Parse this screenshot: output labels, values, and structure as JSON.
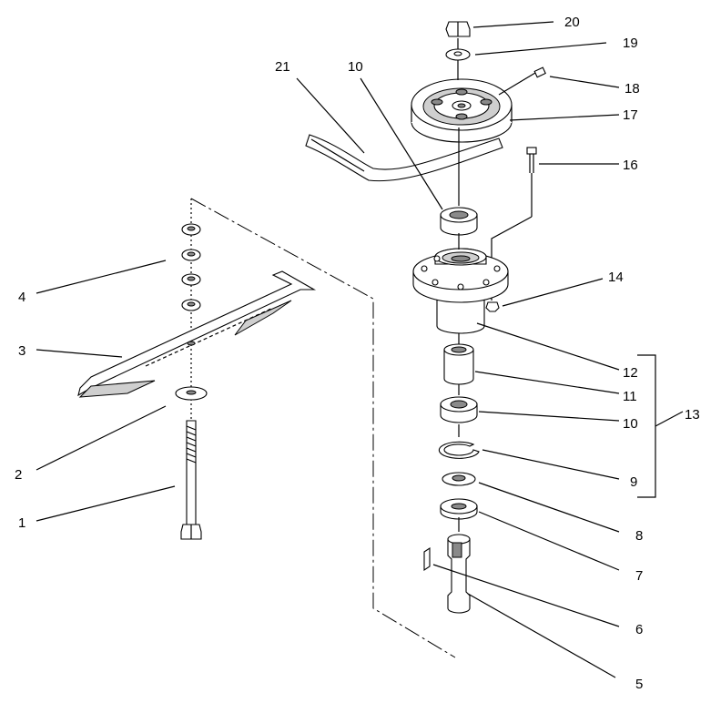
{
  "callouts": [
    {
      "id": "c1",
      "label": "1"
    },
    {
      "id": "c2",
      "label": "2"
    },
    {
      "id": "c3",
      "label": "3"
    },
    {
      "id": "c4",
      "label": "4"
    },
    {
      "id": "c5",
      "label": "5"
    },
    {
      "id": "c6",
      "label": "6"
    },
    {
      "id": "c7",
      "label": "7"
    },
    {
      "id": "c8",
      "label": "8"
    },
    {
      "id": "c9",
      "label": "9"
    },
    {
      "id": "c10a",
      "label": "10"
    },
    {
      "id": "c10b",
      "label": "10"
    },
    {
      "id": "c11",
      "label": "11"
    },
    {
      "id": "c12",
      "label": "12"
    },
    {
      "id": "c13",
      "label": "13"
    },
    {
      "id": "c14",
      "label": "14"
    },
    {
      "id": "c16",
      "label": "16"
    },
    {
      "id": "c17",
      "label": "17"
    },
    {
      "id": "c18",
      "label": "18"
    },
    {
      "id": "c19",
      "label": "19"
    },
    {
      "id": "c20",
      "label": "20"
    },
    {
      "id": "c21",
      "label": "21"
    }
  ]
}
